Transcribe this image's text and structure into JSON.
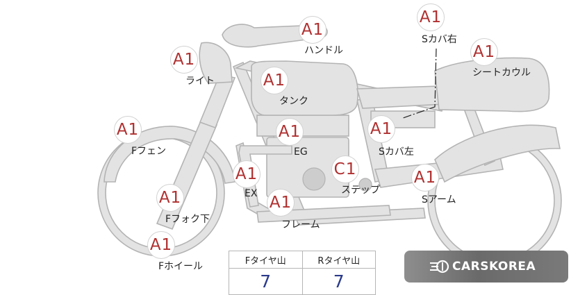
{
  "markers": {
    "handle": "A1",
    "light": "A1",
    "tank": "A1",
    "side_cover_right": "A1",
    "seat_cowl": "A1",
    "front_fender": "A1",
    "engine": "A1",
    "side_cover_left": "A1",
    "exhaust": "A1",
    "step": "C1",
    "swing_arm": "A1",
    "front_fork_lower": "A1",
    "frame": "A1",
    "front_wheel": "A1"
  },
  "labels": {
    "handle": "ハンドル",
    "light": "ライト",
    "tank": "タンク",
    "side_cover_right": "Sカバ右",
    "seat_cowl": "シートカウル",
    "front_fender": "Fフェン",
    "engine": "EG",
    "side_cover_left": "Sカバ左",
    "exhaust": "EX",
    "step": "ステップ",
    "swing_arm": "Sアーム",
    "front_fork_lower": "Fフォク下",
    "frame": "フレーム",
    "front_wheel": "Fホイール"
  },
  "tire_table": {
    "front_header": "Fタイヤ山",
    "rear_header": "Rタイヤ山",
    "front_value": "7",
    "rear_value": "7"
  },
  "logo": {
    "text": "CARSKOREA"
  }
}
